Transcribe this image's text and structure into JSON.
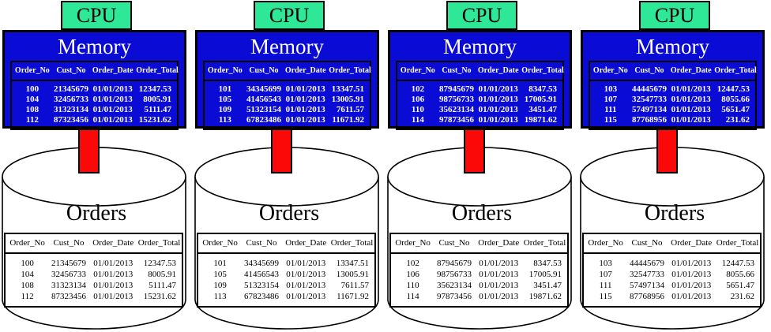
{
  "titles": {
    "cpu": "CPU",
    "memory": "Memory",
    "orders": "Orders"
  },
  "table_headers": [
    "Order_No",
    "Cust_No",
    "Order_Date",
    "Order_Total"
  ],
  "colors": {
    "cpu_box_green": "#2FE897",
    "memory_box_blue": "#0B0BD6",
    "connector_red": "#FB0808",
    "memory_text": "#FFFFFF",
    "disk_fill": "#FFFFFF",
    "disk_text": "#000000",
    "outline": "#000000"
  },
  "partitions": [
    {
      "memory_rows": [
        [
          "100",
          "21345679",
          "01/01/2013",
          "12347.53"
        ],
        [
          "104",
          "32456733",
          "01/01/2013",
          "8005.91"
        ],
        [
          "108",
          "31323134",
          "01/01/2013",
          "5111.47"
        ],
        [
          "112",
          "87323456",
          "01/01/2013",
          "15231.62"
        ]
      ],
      "disk_rows": [
        [
          "100",
          "21345679",
          "01/01/2013",
          "12347.53"
        ],
        [
          "104",
          "32456733",
          "01/01/2013",
          "8005.91"
        ],
        [
          "108",
          "31323134",
          "01/01/2013",
          "5111.47"
        ],
        [
          "112",
          "87323456",
          "01/01/2013",
          "15231.62"
        ]
      ]
    },
    {
      "memory_rows": [
        [
          "101",
          "34345699",
          "01/01/2013",
          "13347.51"
        ],
        [
          "105",
          "41456543",
          "01/01/2013",
          "13005.91"
        ],
        [
          "109",
          "51323154",
          "01/01/2013",
          "7611.57"
        ],
        [
          "113",
          "67823486",
          "01/01/2013",
          "11671.92"
        ]
      ],
      "disk_rows": [
        [
          "101",
          "34345699",
          "01/01/2013",
          "13347.51"
        ],
        [
          "105",
          "41456543",
          "01/01/2013",
          "13005.91"
        ],
        [
          "109",
          "51323154",
          "01/01/2013",
          "7611.57"
        ],
        [
          "113",
          "67823486",
          "01/01/2013",
          "11671.92"
        ]
      ]
    },
    {
      "memory_rows": [
        [
          "102",
          "87945679",
          "01/01/2013",
          "8347.53"
        ],
        [
          "106",
          "98756733",
          "01/01/2013",
          "17005.91"
        ],
        [
          "110",
          "35623134",
          "01/01/2013",
          "3451.47"
        ],
        [
          "114",
          "97873456",
          "01/01/2013",
          "19871.62"
        ]
      ],
      "disk_rows": [
        [
          "102",
          "87945679",
          "01/01/2013",
          "8347.53"
        ],
        [
          "106",
          "98756733",
          "01/01/2013",
          "17005.91"
        ],
        [
          "110",
          "35623134",
          "01/01/2013",
          "3451.47"
        ],
        [
          "114",
          "97873456",
          "01/01/2013",
          "19871.62"
        ]
      ]
    },
    {
      "memory_rows": [
        [
          "103",
          "44445679",
          "01/01/2013",
          "12447.53"
        ],
        [
          "107",
          "32547733",
          "01/01/2013",
          "8055.66"
        ],
        [
          "111",
          "57497134",
          "01/01/2013",
          "5651.47"
        ],
        [
          "115",
          "87768956",
          "01/01/2013",
          "231.62"
        ]
      ],
      "disk_rows": [
        [
          "103",
          "44445679",
          "01/01/2013",
          "12447.53"
        ],
        [
          "107",
          "32547733",
          "01/01/2013",
          "8055.66"
        ],
        [
          "111",
          "57497134",
          "01/01/2013",
          "5651.47"
        ],
        [
          "115",
          "87768956",
          "01/01/2013",
          "231.62"
        ]
      ]
    }
  ]
}
